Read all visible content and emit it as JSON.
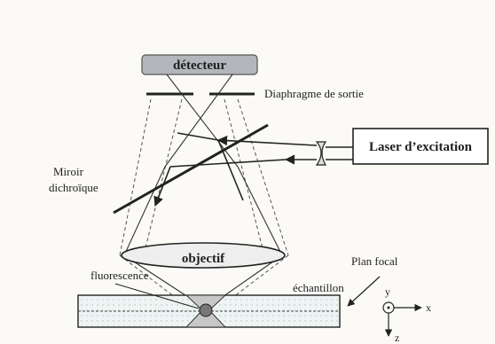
{
  "diagram": {
    "labels": {
      "detector": "détecteur",
      "exit_diaphragm": "Diaphragme de sortie",
      "laser": "Laser d’excitation",
      "mirror_line1": "Miroir",
      "mirror_line2": "dichroïque",
      "objective": "objectif",
      "focal_plane": "Plan focal",
      "fluorescence": "fluorescence",
      "sample": "échantillon"
    },
    "axes": {
      "x": "x",
      "y": "y",
      "z": "z"
    }
  }
}
